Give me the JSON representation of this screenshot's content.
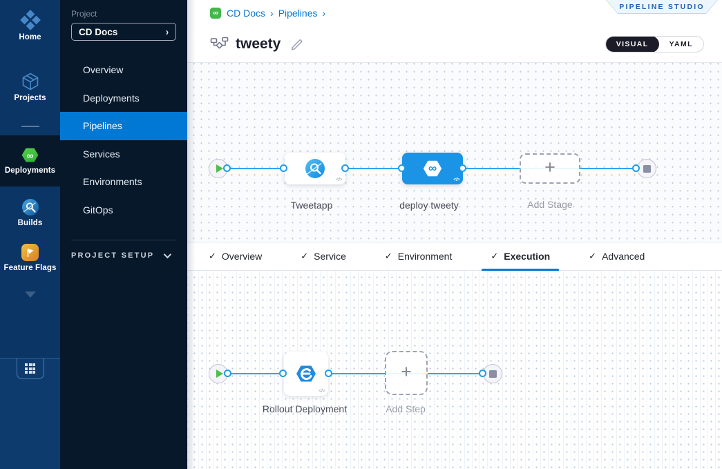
{
  "icons": {
    "check": "✓",
    "chevron_right": "›",
    "breadcrumb_sep": "›",
    "infinity": "∞",
    "plus": "+",
    "code": "</>"
  },
  "module_nav": {
    "items": [
      {
        "id": "home",
        "label": "Home",
        "active": false
      },
      {
        "id": "projects",
        "label": "Projects",
        "active": false
      },
      {
        "id": "deployments",
        "label": "Deployments",
        "active": true
      },
      {
        "id": "builds",
        "label": "Builds",
        "active": false
      },
      {
        "id": "feature-flags",
        "label": "Feature Flags",
        "active": false
      }
    ]
  },
  "project_nav": {
    "section_label": "Project",
    "selected_project": "CD Docs",
    "items": [
      {
        "label": "Overview",
        "active": false
      },
      {
        "label": "Deployments",
        "active": false
      },
      {
        "label": "Pipelines",
        "active": true
      },
      {
        "label": "Services",
        "active": false
      },
      {
        "label": "Environments",
        "active": false
      },
      {
        "label": "GitOps",
        "active": false
      }
    ],
    "footer_label": "PROJECT SETUP"
  },
  "header": {
    "breadcrumb": {
      "crumbs": [
        "CD Docs",
        "Pipelines"
      ]
    },
    "studio_badge": "PIPELINE STUDIO",
    "pipeline_title": "tweety",
    "view_toggle": {
      "options": [
        "VISUAL",
        "YAML"
      ],
      "selected": "VISUAL"
    }
  },
  "stage_pipeline": {
    "stages": [
      {
        "name": "Tweetapp",
        "type": "build",
        "selected": false
      },
      {
        "name": "deploy tweety",
        "type": "deploy",
        "selected": true
      }
    ],
    "add_stage_label": "Add Stage"
  },
  "tabs": {
    "items": [
      {
        "label": "Overview",
        "checked": true,
        "active": false
      },
      {
        "label": "Service",
        "checked": true,
        "active": false
      },
      {
        "label": "Environment",
        "checked": true,
        "active": false
      },
      {
        "label": "Execution",
        "checked": true,
        "active": true
      },
      {
        "label": "Advanced",
        "checked": true,
        "active": false
      }
    ]
  },
  "execution_pipeline": {
    "steps": [
      {
        "name": "Rollout Deployment",
        "type": "rollout"
      }
    ],
    "add_step_label": "Add Step"
  },
  "colors": {
    "accent_blue": "#0278d5",
    "connector_blue": "#2ba6f2",
    "selected_stage_blue": "#1b94e6",
    "cd_green": "#44b64a",
    "sidebar_navy": "#0b3565",
    "sidebar_dark": "#07182b"
  }
}
